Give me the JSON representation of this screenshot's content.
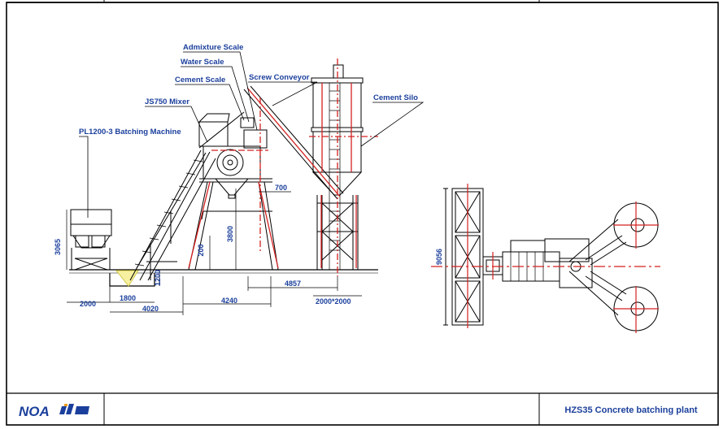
{
  "drawing": {
    "title": "HZS35 Concrete batching plant",
    "logo_text": "NOA",
    "accent_color": "#d42020",
    "label_color": "#1b3f9c"
  },
  "labels": {
    "admixture_scale": "Admixture Scale",
    "water_scale": "Water Scale",
    "cement_scale": "Cement Scale",
    "screw_conveyor": "Screw Conveyor",
    "cement_silo": "Cement Silo",
    "mixer": "JS750 Mixer",
    "batching_machine": "PL1200-3 Batching Machine"
  },
  "dimensions": {
    "d3065": "3065",
    "d200": "200",
    "d3800": "3800",
    "d700": "700",
    "d1200": "1200",
    "d1800": "1800",
    "d2000": "2000",
    "d4020": "4020",
    "d4240": "4240",
    "d4857": "4857",
    "d2000x2000": "2000*2000",
    "d9056": "9056"
  }
}
